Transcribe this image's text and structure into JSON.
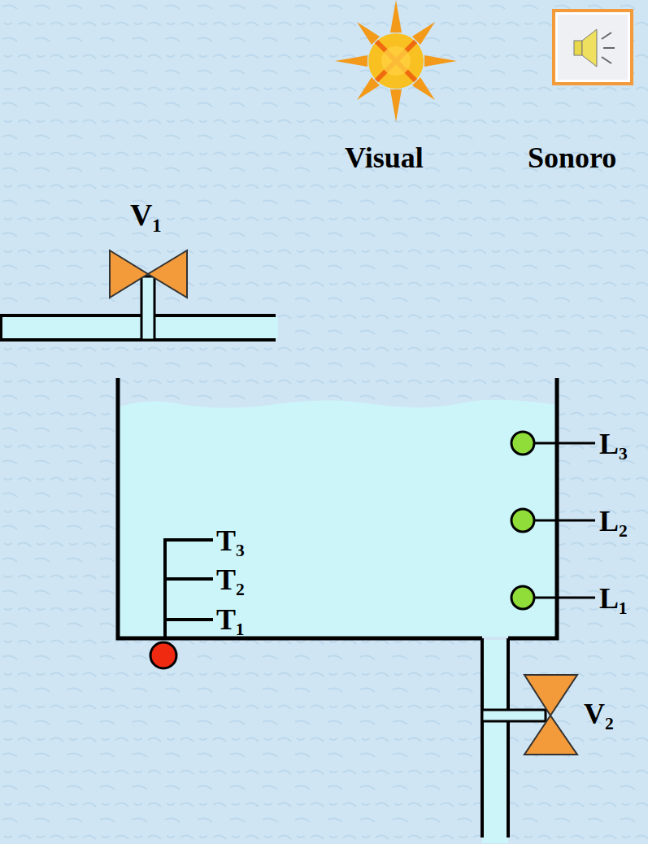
{
  "diagram": {
    "labels": [
      "Visual",
      "Sonoro",
      "V₁",
      "L₃",
      "L₂",
      "L₁",
      "T₃",
      "T₂",
      "T₁",
      "V₂"
    ]
  }
}
